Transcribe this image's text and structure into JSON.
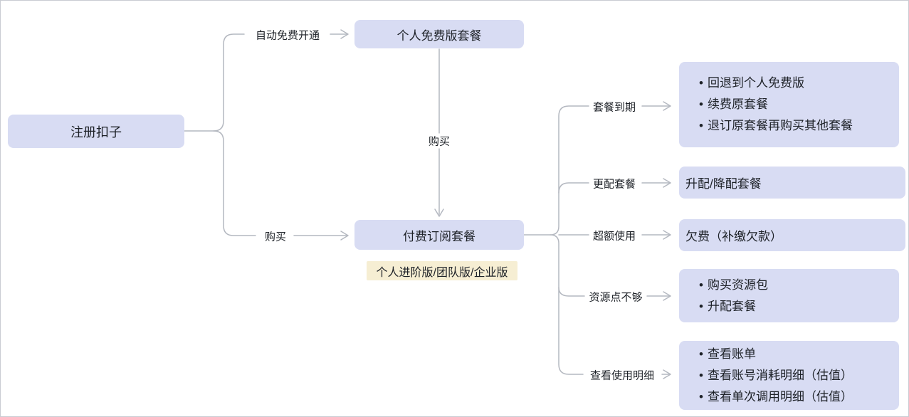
{
  "diagram": {
    "bullet_char": "•",
    "root": {
      "label": "注册扣子"
    },
    "free_plan": {
      "label": "个人免费版套餐"
    },
    "paid_plan": {
      "label": "付费订阅套餐",
      "tag": "个人进阶版/团队版/企业版"
    },
    "edges": {
      "auto_free": "自动免费开通",
      "buy_vertical": "购买",
      "buy": "购买",
      "plan_expire": "套餐到期",
      "change_plan": "更配套餐",
      "overuse": "超额使用",
      "insufficient_points": "资源点不够",
      "view_usage": "查看使用明细"
    },
    "outcomes": {
      "expire_options": [
        "回退到个人免费版",
        "续费原套餐",
        "退订原套餐再购买其他套餐"
      ],
      "change_result": "升配/降配套餐",
      "overuse_result": "欠费（补缴欠款）",
      "points_options": [
        "购买资源包",
        "升配套餐"
      ],
      "usage_options": [
        "查看账单",
        "查看账号消耗明细（估值）",
        "查看单次调用明细（估值）"
      ]
    },
    "colors": {
      "node_bg": "#d8dcf3",
      "tag_bg": "#f6eed3",
      "line": "#b4b8c0",
      "text": "#1d2127",
      "border": "#c9ccd2"
    }
  }
}
